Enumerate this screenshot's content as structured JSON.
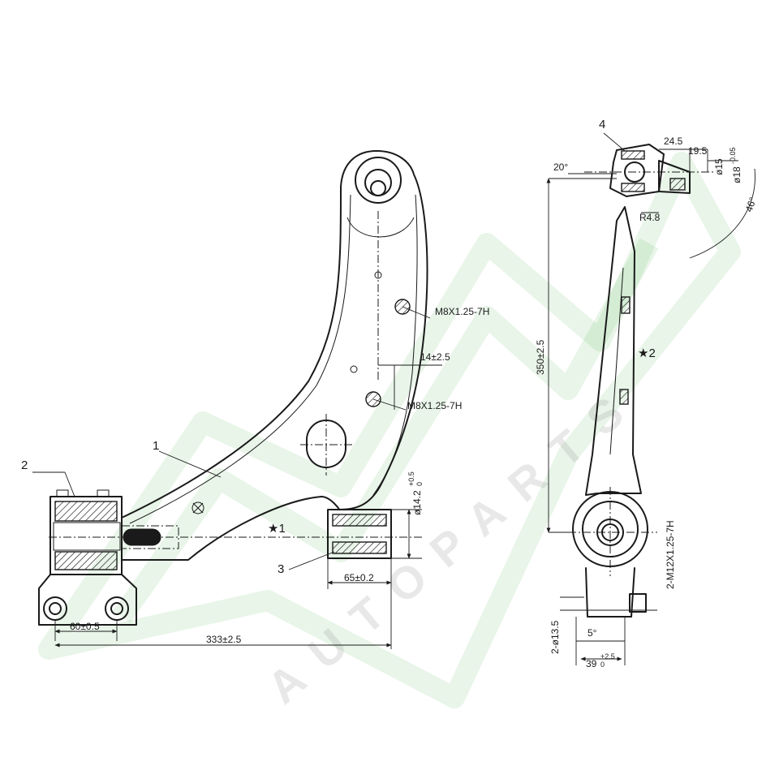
{
  "watermark": {
    "text": "AUTOPARTS",
    "color": "#4caf50"
  },
  "part_numbers": [
    "1",
    "2",
    "3",
    "4"
  ],
  "front_view": {
    "thread_upper": "M8X1.25-7H",
    "thread_lower": "M8X1.25-7H",
    "offset_dim": "14±2.5",
    "bushing_dia": "ø14.2",
    "bushing_dia_tol_upper": "+0.5",
    "bushing_dia_tol_lower": "0",
    "bushing_width": "65±0.2",
    "bolt_spacing": "60±0.5",
    "overall_length": "333±2.5",
    "inspection_mark": "★1"
  },
  "side_view": {
    "ball_joint_angle": "20°",
    "dim_a": "24.5",
    "dim_b": "19.5",
    "stud_dia": "ø15",
    "taper_dia": "ø18",
    "taper_tol": "-0.05",
    "taper_angle": "46°",
    "fillet_radius": "R4.8",
    "arm_length": "350±2.5",
    "inspection_mark": "★2",
    "bush_thread": "2-M12X1.25-7H",
    "hole_dia": "2-ø13.5",
    "bush_angle": "5°",
    "bush_width": "39",
    "bush_width_tol_upper": "+2.5",
    "bush_width_tol_lower": "0"
  }
}
